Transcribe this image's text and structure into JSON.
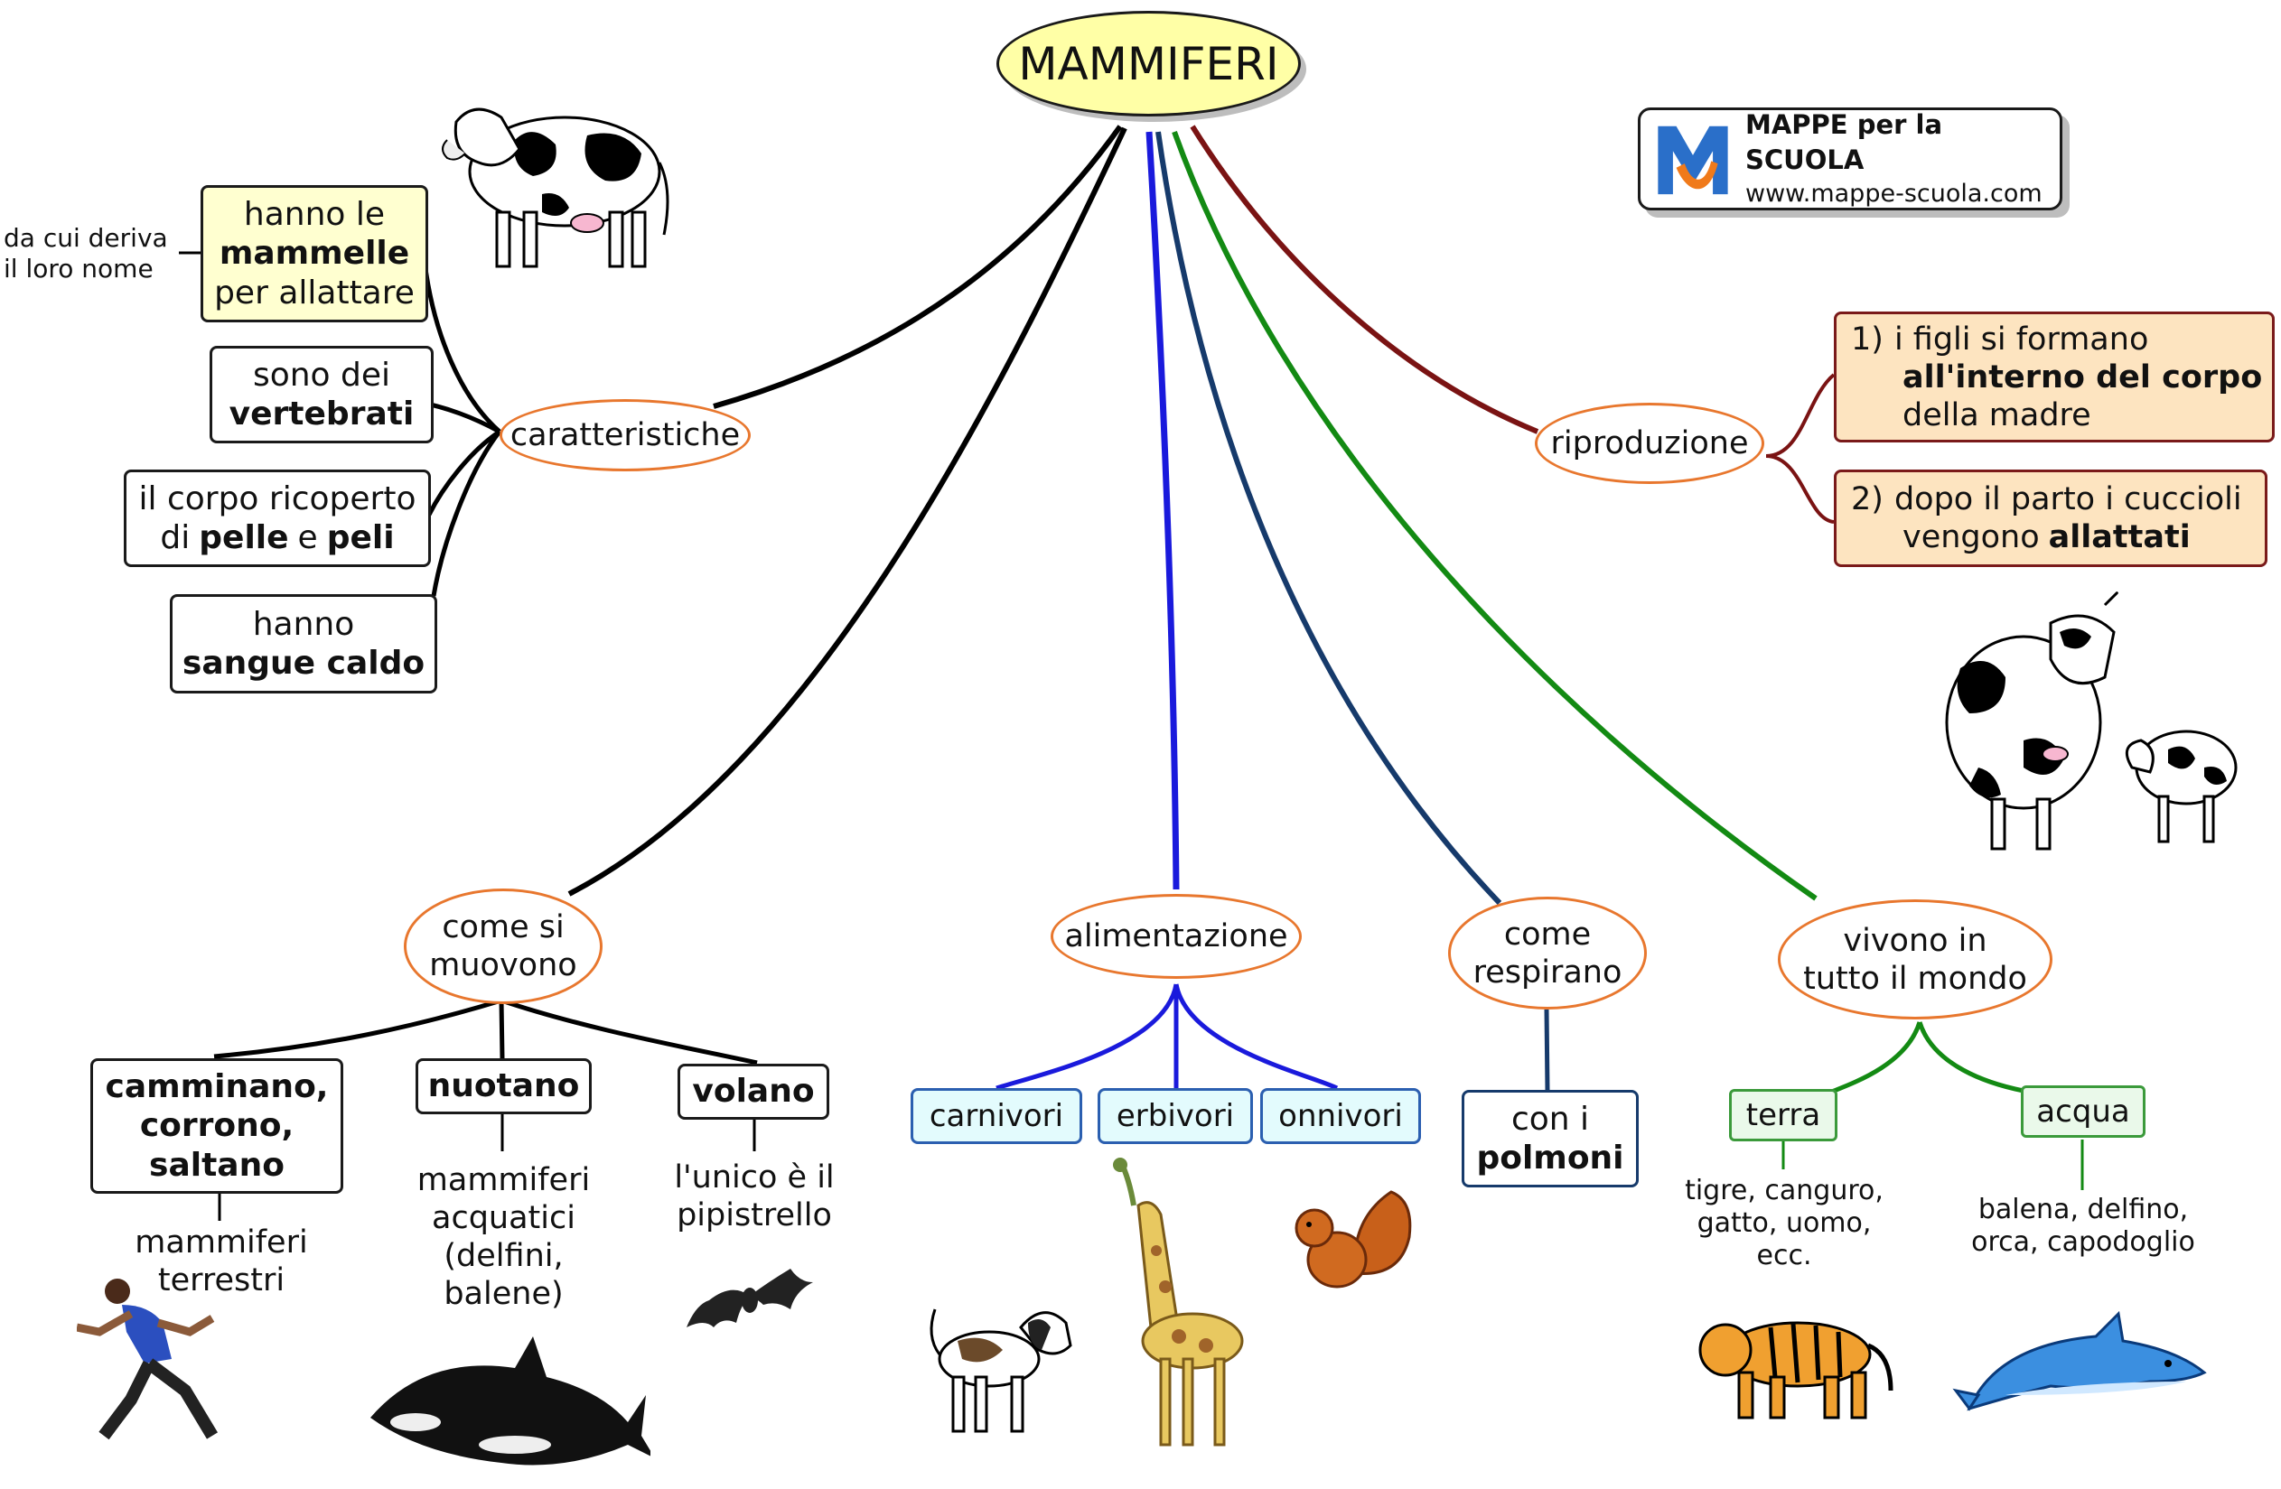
{
  "title": "MAMMIFERI",
  "logo": {
    "line1": "MAPPE per la SCUOLA",
    "line2": "www.mappe-scuola.com"
  },
  "caratteristiche": {
    "label": "caratteristiche",
    "note": [
      "da cui deriva",
      "il loro nome"
    ],
    "items": [
      {
        "pre": "hanno le",
        "bold": "mammelle",
        "post": "per allattare"
      },
      {
        "pre": "sono dei",
        "bold": "vertebrati"
      },
      {
        "line1": "il corpo ricoperto",
        "pre": "di",
        "bold1": "pelle",
        "mid": "e",
        "bold2": "peli"
      },
      {
        "pre": "hanno",
        "bold": "sangue caldo"
      }
    ]
  },
  "movimento": {
    "label": [
      "come si",
      "muovono"
    ],
    "branches": [
      {
        "label": [
          "camminano,",
          "corrono,",
          "saltano"
        ],
        "detail": [
          "mammiferi",
          "terrestri"
        ]
      },
      {
        "label": [
          "nuotano"
        ],
        "detail": [
          "mammiferi",
          "acquatici",
          "(delfini,",
          "balene)"
        ]
      },
      {
        "label": [
          "volano"
        ],
        "detail": [
          "l'unico è il",
          "pipistrello"
        ]
      }
    ]
  },
  "alimentazione": {
    "label": "alimentazione",
    "types": [
      "carnivori",
      "erbivori",
      "onnivori"
    ]
  },
  "respirazione": {
    "label": [
      "come",
      "respirano"
    ],
    "answer": {
      "pre": "con i",
      "bold": "polmoni"
    }
  },
  "habitat": {
    "label": [
      "vivono in",
      "tutto il mondo"
    ],
    "branches": [
      {
        "label": "terra",
        "examples": [
          "tigre, canguro,",
          "gatto, uomo,",
          "ecc."
        ]
      },
      {
        "label": "acqua",
        "examples": [
          "balena, delfino,",
          "orca, capodoglio"
        ]
      }
    ]
  },
  "riproduzione": {
    "label": "riproduzione",
    "items": [
      {
        "num": "1)",
        "line1": "i figli si formano",
        "bold": "all'interno del corpo",
        "line3": "della madre"
      },
      {
        "num": "2)",
        "line1": "dopo il parto i cuccioli",
        "pre": "vengono",
        "bold": "allattati"
      }
    ]
  },
  "colors": {
    "black_branch": "#000000",
    "blue_branch": "#1a1adc",
    "navy_branch": "#163a6b",
    "green_branch": "#138a13",
    "red_branch": "#7a1313",
    "oval_border": "#e8772e",
    "title_fill": "#ffffa6"
  },
  "icons": [
    "cow-icon",
    "cow-and-calf-icon",
    "runner-icon",
    "killer-whale-icon",
    "bat-icon",
    "dog-icon",
    "giraffe-icon",
    "squirrel-icon",
    "tiger-icon",
    "dolphin-icon"
  ]
}
